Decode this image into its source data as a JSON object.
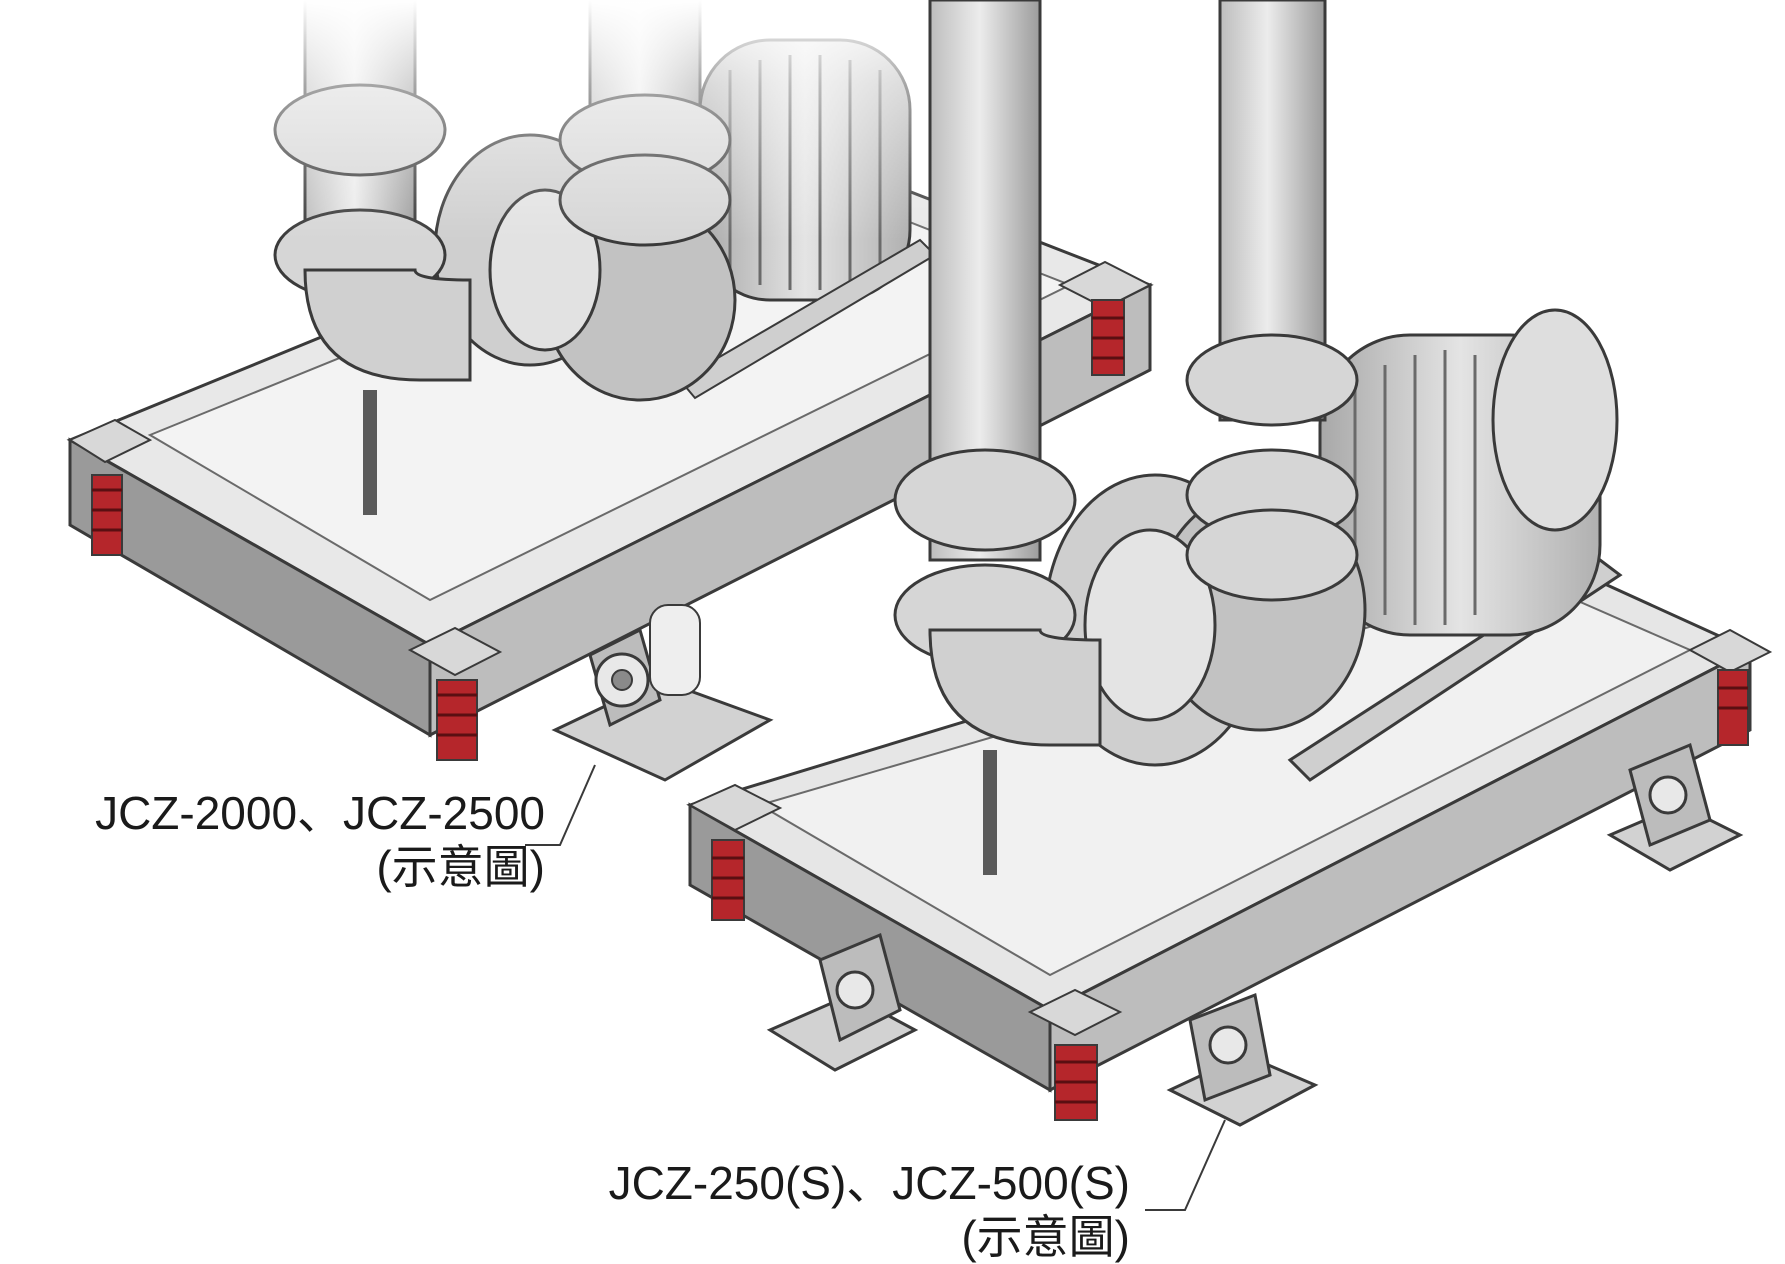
{
  "callouts": [
    {
      "model": "JCZ-2000、JCZ-2500",
      "note": "(示意圖)"
    },
    {
      "model": "JCZ-250(S)、JCZ-500(S)",
      "note": "(示意圖)"
    }
  ],
  "colors": {
    "metal_light": "#e6e6e6",
    "metal_mid": "#c4c4c4",
    "metal_dark": "#8a8a8a",
    "spring_red": "#b5262b",
    "outline": "#3a3a3a",
    "background": "#ffffff"
  }
}
